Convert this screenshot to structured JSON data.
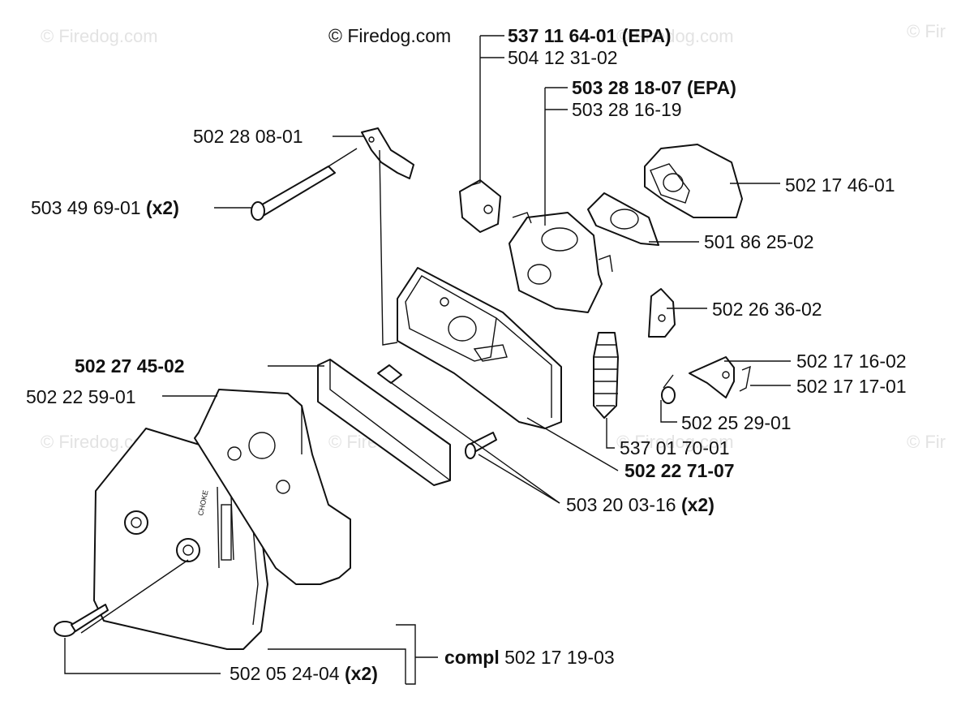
{
  "copyright": "© Firedog.com",
  "watermark": "© Firedog.com",
  "watermark_partial": "© Fir",
  "part_labels": {
    "p537116401": {
      "number": "537 11 64-01",
      "suffix": "(EPA)"
    },
    "p504123102": {
      "number": "504 12 31-02"
    },
    "p503281807": {
      "number": "503 28 18-07",
      "suffix": "(EPA)"
    },
    "p503281619": {
      "number": "503 28 16-19"
    },
    "p502280801": {
      "number": "502 28 08-01"
    },
    "p502174601": {
      "number": "502 17 46-01"
    },
    "p503496901": {
      "number": "503 49 69-01",
      "qty": "(x2)"
    },
    "p501862502": {
      "number": "501 86 25-02"
    },
    "p502263602": {
      "number": "502 26 36-02"
    },
    "p502274502": {
      "number": "502 27 45-02"
    },
    "p502171602": {
      "number": "502 17 16-02"
    },
    "p502171701": {
      "number": "502 17 17-01"
    },
    "p502225901": {
      "number": "502 22 59-01"
    },
    "p502252901": {
      "number": "502 25 29-01"
    },
    "p537017001": {
      "number": "537 01 70-01"
    },
    "p502227107": {
      "number": "502 22 71-07"
    },
    "p503200316": {
      "number": "503 20 03-16",
      "qty": "(x2)"
    },
    "compl": {
      "prefix": "compl",
      "number": "502 17 19-03"
    },
    "p502052404": {
      "number": "502 05 24-04",
      "qty": "(x2)"
    }
  },
  "cover_text": "CHOKE"
}
